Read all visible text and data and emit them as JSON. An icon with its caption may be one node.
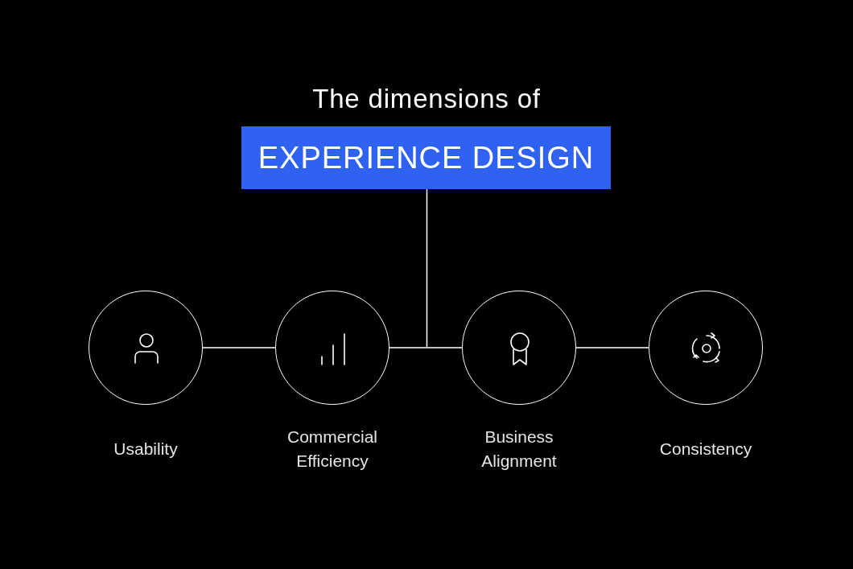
{
  "diagram": {
    "title": "The dimensions of",
    "nodes": [
      {
        "text": [
          "EXPERIENCE DESIGN"
        ]
      },
      {
        "text": [],
        "shape": "circle",
        "beside": [
          "Usability"
        ]
      },
      {
        "text": [],
        "shape": "circle",
        "beside": [
          "Commercial Efficiency"
        ]
      },
      {
        "text": [],
        "shape": "circle",
        "beside": [
          "Business Alignment"
        ]
      },
      {
        "text": [],
        "shape": "circle",
        "beside": [
          "Consistency"
        ]
      }
    ],
    "edges": [
      {
        "from": 0,
        "to": null,
        "arrow": "none"
      },
      {
        "from": 1,
        "to": 2,
        "arrow": "none"
      },
      {
        "from": 2,
        "to": 3,
        "arrow": "none"
      },
      {
        "from": 3,
        "to": 4,
        "arrow": "none"
      }
    ]
  }
}
